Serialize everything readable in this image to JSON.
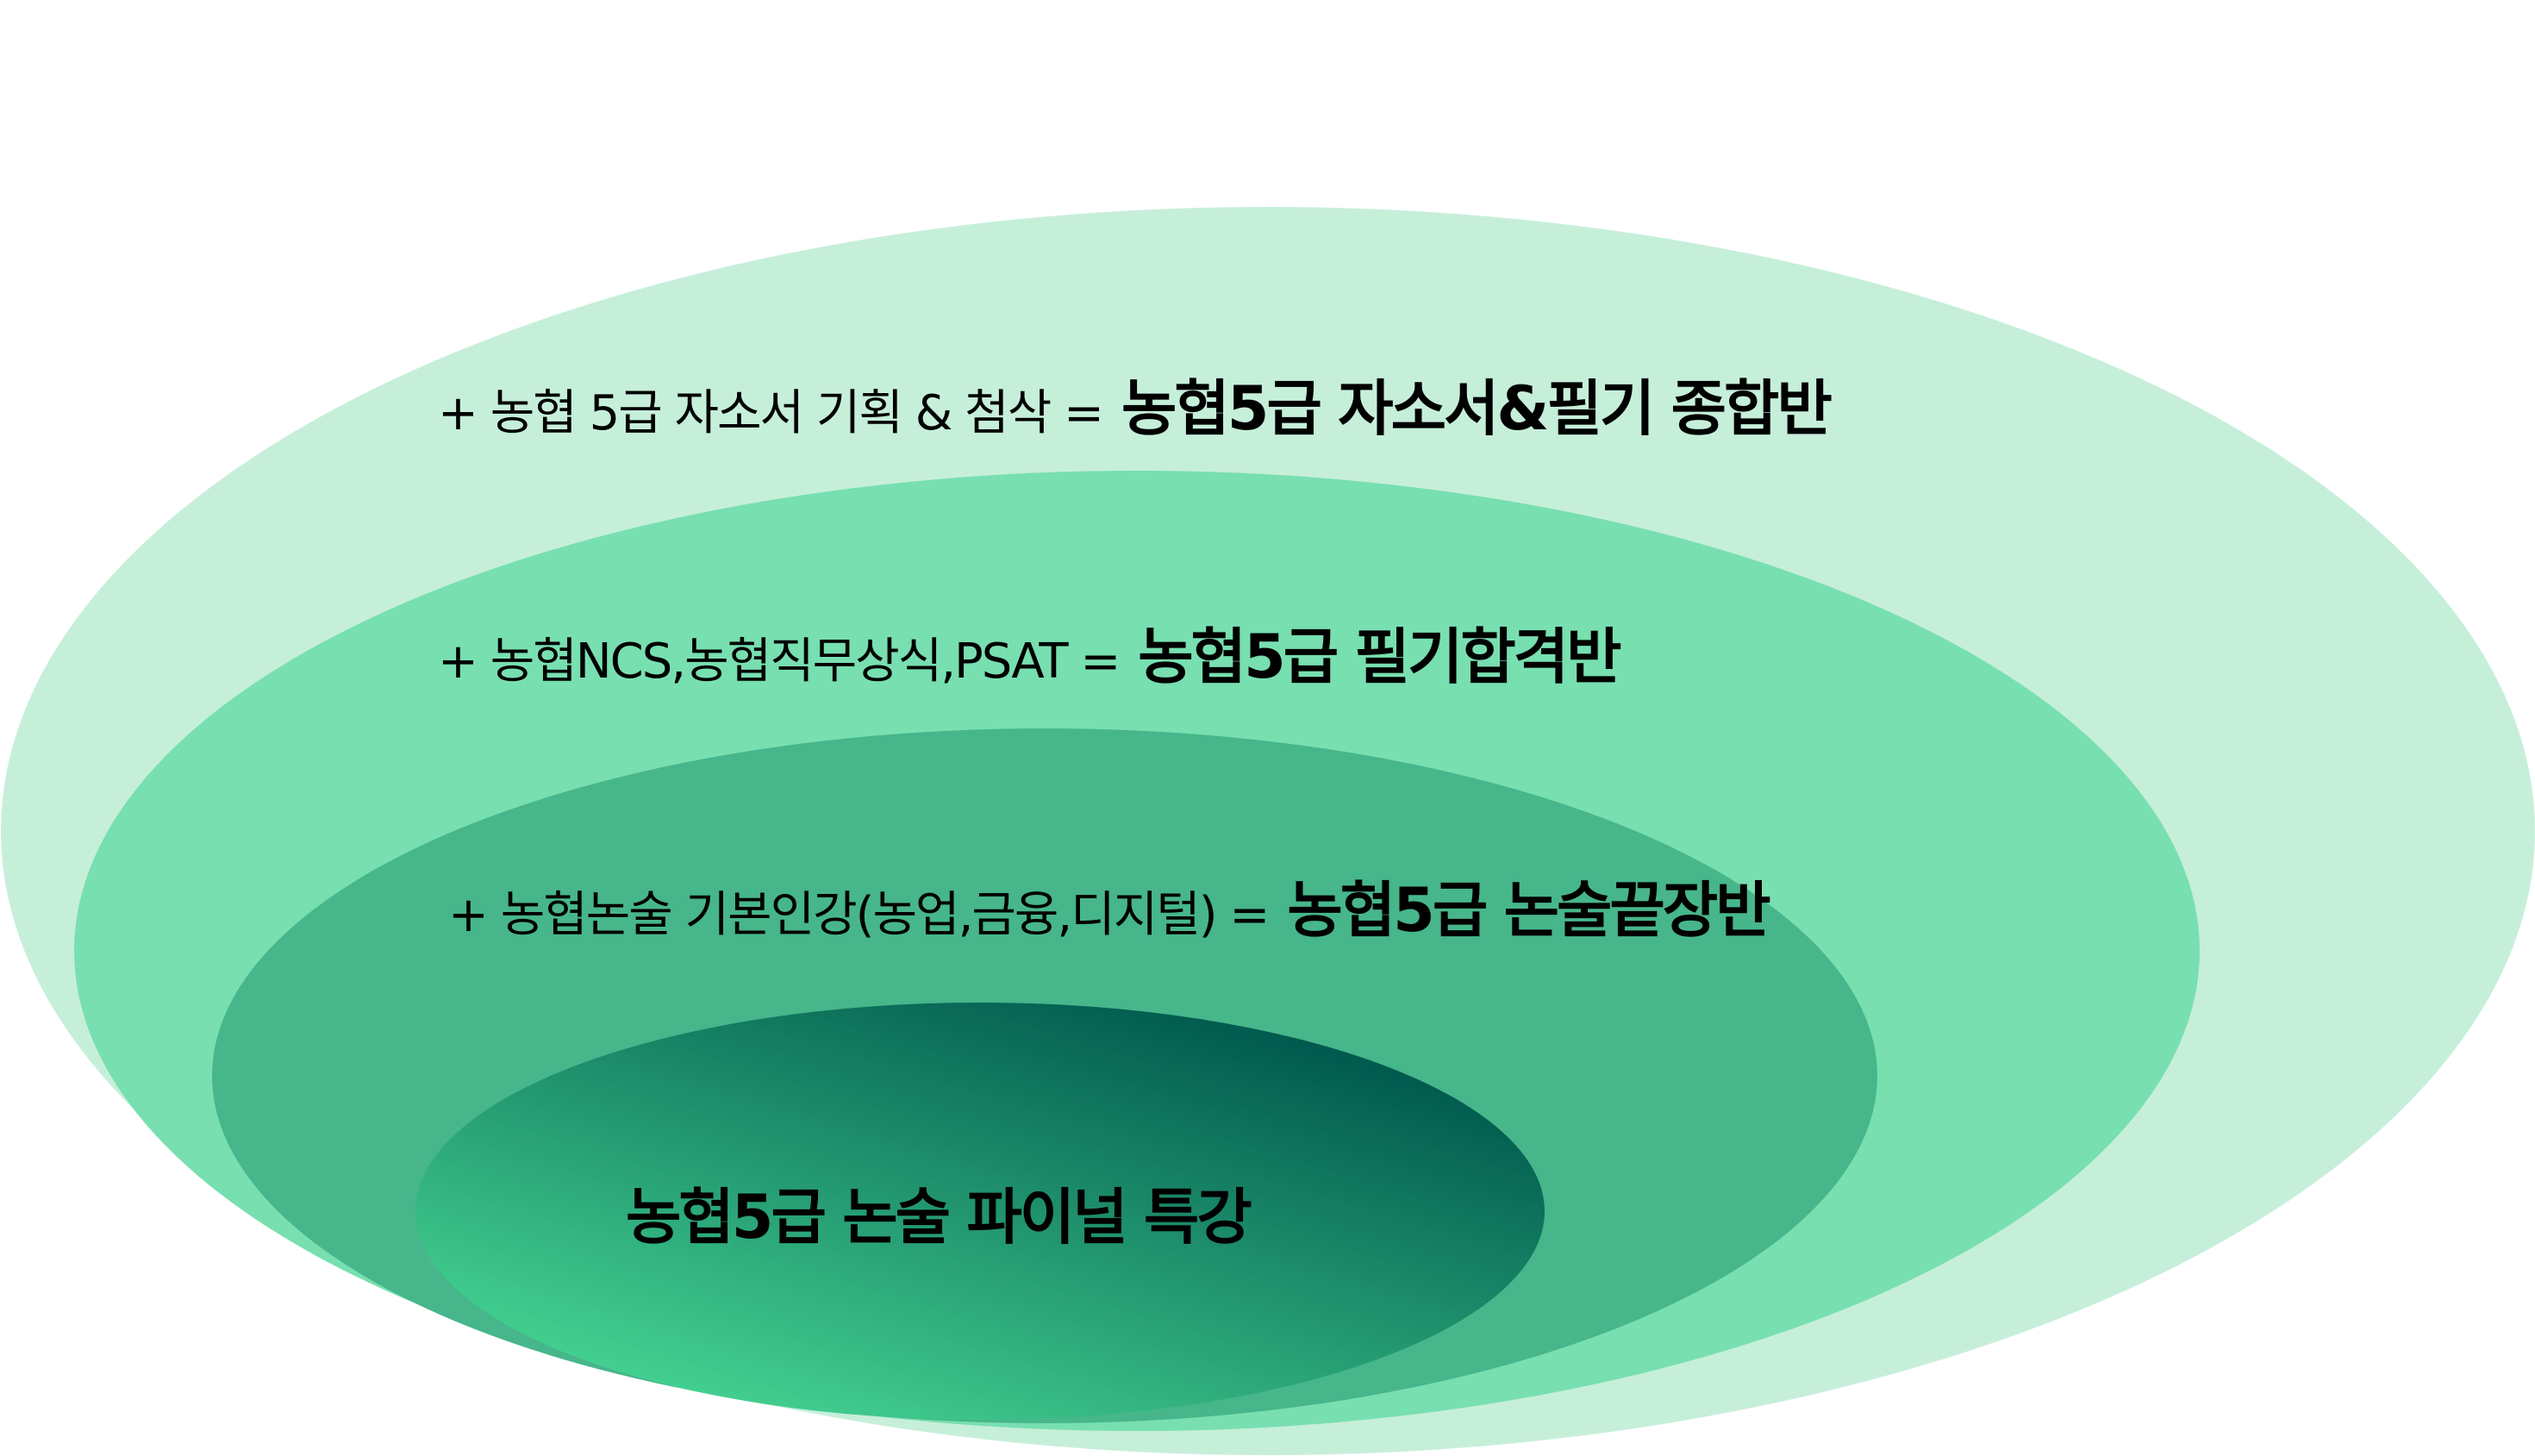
{
  "colors": {
    "outer": "#c6efda",
    "second": "#78dfb0",
    "third": "#47b68b",
    "inner_gradient_start": "#45d392",
    "inner_gradient_end": "#005a4e"
  },
  "levels": [
    {
      "prefix": "+ 농협 5급 자소서 기획 & 첨삭 =",
      "course": "농협5급 자소서&필기 종합반"
    },
    {
      "prefix": "+ 농협NCS,농협직무상식,PSAT =",
      "course": "농협5급 필기합격반"
    },
    {
      "prefix": "+ 농협논술 기본인강(농업,금융,디지털) =",
      "course": "농협5급 논술끝장반"
    }
  ],
  "core": {
    "course": "농협5급 논술 파이널 특강"
  }
}
